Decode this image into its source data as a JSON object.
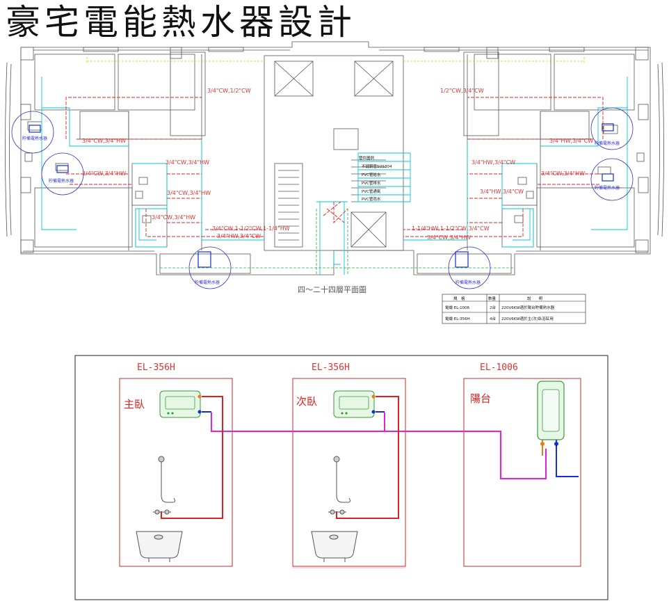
{
  "title": "豪宅電能熱水器設計",
  "plan": {
    "caption": "四～二十四層平面圖",
    "pipe_labels": {
      "l1": "3/4\"CW,1/2\"CW",
      "l2": "3/4\"CW,3/4\"HW",
      "l3": "3/4\"CW,3/4\"HW",
      "l4": "3/4\"CW,3/4\"HW",
      "l5": "3/4\"CW,3/4\"HW",
      "l6": "3/4\"CW,3/4\"HW",
      "l7": "3/4\"CW,1-1/2\"CW,1-1/4\"HW",
      "l8": "3/4\"HW,3/4\"CW",
      "r1": "1/2\"CW,3/4\"CW",
      "r2": "3/4\"HW,3/4\"CW",
      "r3": "3/4\"CW,3/4\"HW",
      "r4": "3/4\"HW,3/4\"CW",
      "r5": "3/4\"HW,3/4\"CW",
      "r6": "1-1/4\"HW,1-1/2\"CW,3/4\"CW",
      "r7": "3/4\"CW,3/4\"HW"
    },
    "heater_tags": {
      "a": "貯備電熱水器",
      "b": "貯備電熱水器",
      "c": "貯備電熱水器",
      "d": "貯備電熱水器",
      "e": "貯備電熱水器",
      "f": "貯備電熱水器"
    },
    "legend_box": {
      "head": "管件圖例",
      "rows": [
        "不鏽鋼管SUS304",
        "PVC管給水",
        "PVC管排水",
        "PVC管通氣",
        "PVC管雨水"
      ]
    }
  },
  "spec_table": {
    "headers": [
      "規　格",
      "數量",
      "說　　明"
    ],
    "rows": [
      [
        "電爐 EL-1006",
        "2台",
        "220V6KW適於陽台貯備熱水器"
      ],
      [
        "電爐 EL-356H",
        "4台",
        "220V6KW適於主(次)臥浴缸用"
      ]
    ]
  },
  "schematic": {
    "rooms": [
      {
        "model": "EL-356H",
        "label": "主臥"
      },
      {
        "model": "EL-356H",
        "label": "次臥"
      },
      {
        "model": "EL-1006",
        "label": "陽台"
      }
    ]
  },
  "colors": {
    "wall": "#555555",
    "cyan_pipe": "#00c8d8",
    "hot_water": "#e02020",
    "cold_water": "#1030d0",
    "supply": "#e020e0",
    "heater_green": "#7ad07a",
    "frame_red": "#c82828"
  }
}
